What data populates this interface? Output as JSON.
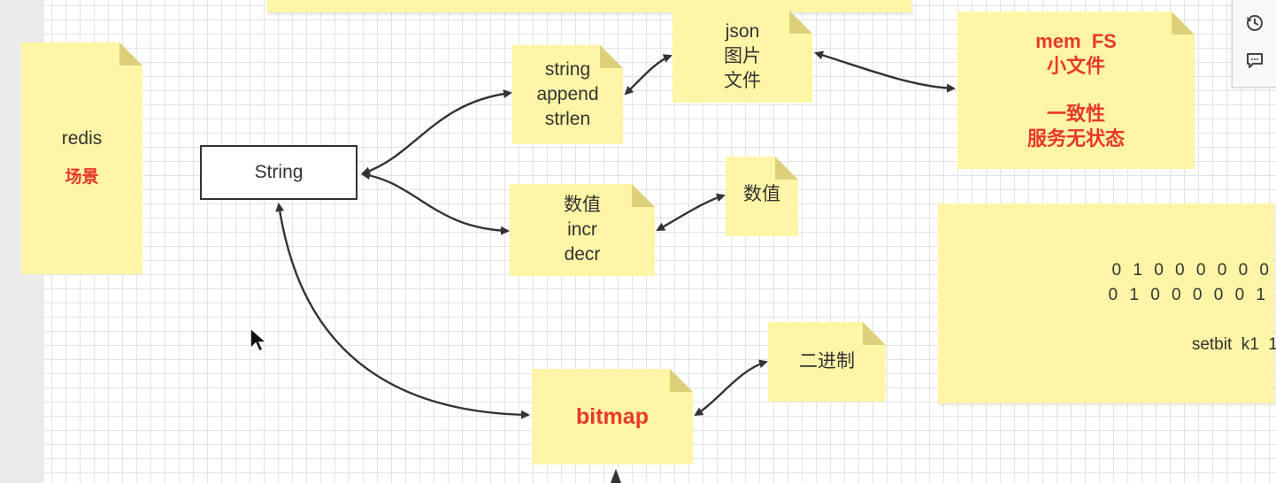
{
  "notes": {
    "redis": {
      "title": "redis",
      "subtitle": "场景"
    },
    "string_ops": {
      "lines": [
        "string",
        "append",
        "strlen"
      ]
    },
    "json_note": {
      "lines": [
        "json",
        "图片",
        "文件"
      ]
    },
    "memfs": {
      "line1": "mem  FS",
      "line2": "小文件",
      "line3": "一致性",
      "line4": "服务无状态"
    },
    "numeric_ops": {
      "lines": [
        "数值",
        "incr",
        "decr"
      ]
    },
    "numeric": {
      "label": "数值"
    },
    "binary": {
      "label": "二进制"
    },
    "bitmap": {
      "label": "bitmap"
    },
    "bits": {
      "line1": "0 1 0 0 0 0 0 0",
      "line2": "0 1 0 0 0 0 0 1",
      "command": "setbit  k1  1"
    }
  },
  "string_box": {
    "label": "String"
  },
  "toolbar": {
    "icons": [
      "history-icon",
      "comment-icon"
    ]
  },
  "colors": {
    "note": "#fff5a6",
    "accent_red": "#e8392a",
    "arrow": "#333333"
  }
}
